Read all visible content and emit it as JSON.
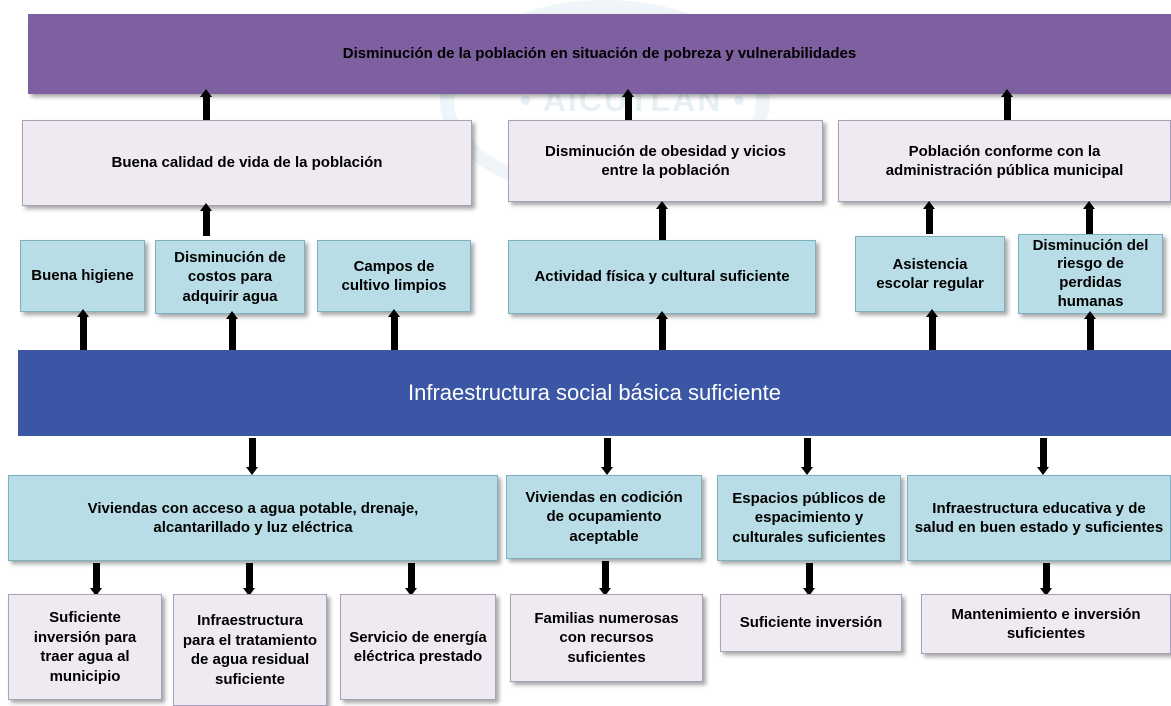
{
  "watermark": "• AICUTLAN •",
  "top": "Disminución de la población en situación de pobreza y vulnerabilidades",
  "effects": {
    "e1": "Buena calidad de vida de la población",
    "e2": "Disminución de obesidad y vicios entre la población",
    "e3": "Población conforme con la administración pública municipal"
  },
  "subeffects": {
    "s1": "Buena higiene",
    "s2": "Disminución de costos para adquirir agua",
    "s3": "Campos de cultivo limpios",
    "s4": "Actividad física y cultural suficiente",
    "s5": "Asistencia escolar regular",
    "s6": "Disminución del riesgo de perdidas humanas"
  },
  "central": "Infraestructura social básica suficiente",
  "means": {
    "m1": "Viviendas con acceso a agua potable, drenaje, alcantarillado y luz eléctrica",
    "m2": "Viviendas en codición de ocupamiento aceptable",
    "m3": "Espacios públicos de espacimiento y culturales suficientes",
    "m4": "Infraestructura educativa y de salud en buen estado y suficientes"
  },
  "submeans": {
    "b1": "Suficiente inversión para traer agua al municipio",
    "b2": "Infraestructura para el tratamiento de agua residual suficiente",
    "b3": "Servicio de energía eléctrica prestado",
    "b4": "Familias numerosas con recursos suficientes",
    "b5": "Suficiente inversión",
    "b6": "Mantenimiento e inversión suficientes"
  },
  "colors": {
    "top": "#7e5fa0",
    "central": "#3a56a4",
    "light_blue": "#b8dde6",
    "lavender": "#efeaf2"
  }
}
